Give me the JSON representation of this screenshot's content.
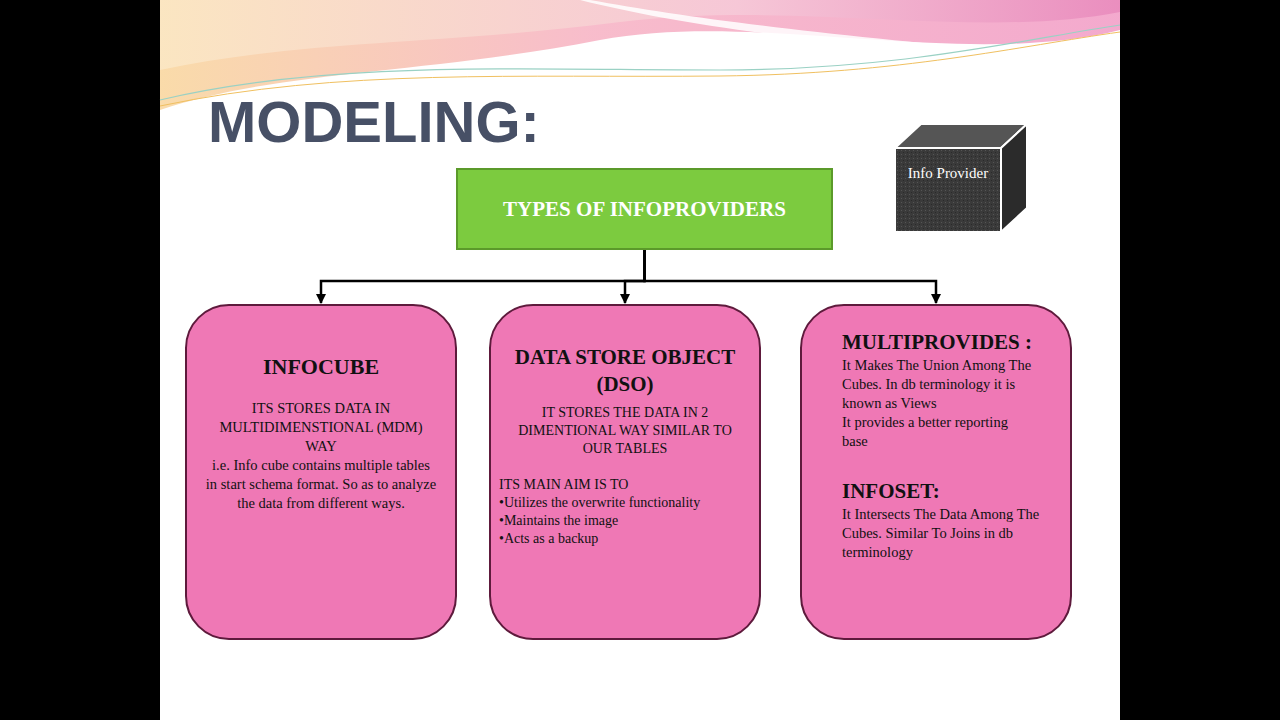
{
  "diagram": {
    "title": "MODELING:",
    "nodes": [
      {
        "text": [
          "TYPES OF INFOPROVIDERS"
        ]
      },
      {
        "text": [
          "Info Provider"
        ]
      },
      {
        "text": [
          "INFOCUBE",
          "ITS STORES DATA IN MULTIDIMENSTIONAL (MDM) WAY",
          "i.e. Info cube contains multiple tables in start schema format. So as to analyze the data from different ways."
        ]
      },
      {
        "text": [
          "DATA STORE OBJECT (DSO)",
          "IT STORES THE DATA IN 2 DIMENTIONAL WAY SIMILAR TO OUR TABLES",
          "ITS MAIN AIM IS TO",
          "•Utilizes the overwrite functionality",
          "•Maintains the image",
          "•Acts as a backup"
        ]
      },
      {
        "text": [
          "MULTIPROVIDES :",
          "It Makes The Union Among The Cubes. In db terminology it is known as Views",
          "It provides a better reporting base",
          "INFOSET:",
          "It Intersects The Data Among The Cubes. Similar To Joins in db terminology"
        ]
      }
    ],
    "edges": [
      {
        "from": 0,
        "to": 2,
        "arrow": "to"
      },
      {
        "from": 0,
        "to": 3,
        "arrow": "to"
      },
      {
        "from": 0,
        "to": 4,
        "arrow": "to"
      }
    ]
  }
}
